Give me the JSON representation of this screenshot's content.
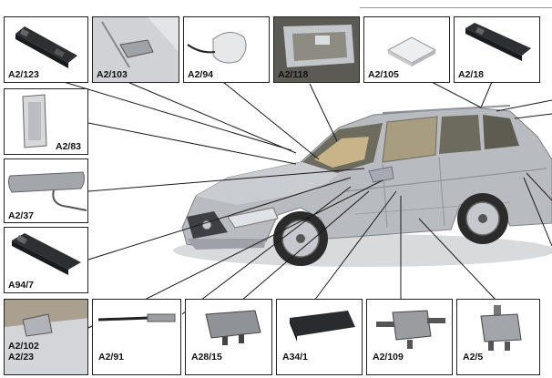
{
  "header": {
    "text": "— — — — — — — — —"
  },
  "components": [
    {
      "id": "a2-123",
      "label": "A2/123",
      "icon": "amplifier-module-icon"
    },
    {
      "id": "a2-103",
      "label": "A2/103",
      "icon": "windshield-antenna-icon"
    },
    {
      "id": "a2-94",
      "label": "A2/94",
      "icon": "gps-antenna-icon"
    },
    {
      "id": "a2-118",
      "label": "A2/118",
      "icon": "interior-mirror-antenna-icon"
    },
    {
      "id": "a2-105",
      "label": "A2/105",
      "icon": "roof-antenna-icon"
    },
    {
      "id": "a2-18",
      "label": "A2/18",
      "icon": "antenna-module-icon"
    },
    {
      "id": "a2-83",
      "label": "A2/83",
      "icon": "bumper-antenna-icon"
    },
    {
      "id": "a2-37",
      "label": "A2/37",
      "icon": "mirror-cable-antenna-icon"
    },
    {
      "id": "a94-7",
      "label": "A94/7",
      "icon": "antenna-amplifier-icon"
    },
    {
      "id": "a2-102",
      "label": "A2/102",
      "label2": "A2/23",
      "icon": "side-mirror-antenna-icon"
    },
    {
      "id": "a2-91",
      "label": "A2/91",
      "icon": "wire-antenna-icon"
    },
    {
      "id": "a28-15",
      "label": "A28/15",
      "icon": "control-unit-icon"
    },
    {
      "id": "a34-1",
      "label": "A34/1",
      "icon": "keyless-antenna-icon"
    },
    {
      "id": "a2-109",
      "label": "A2/109",
      "icon": "coax-amplifier-icon"
    },
    {
      "id": "a2-5",
      "label": "A2/5",
      "icon": "antenna-splitter-icon"
    }
  ],
  "colors": {
    "frame": "#222222",
    "car_body": "#b8bcc1",
    "car_shadow": "#8e9399",
    "window": "#6d6a5e",
    "interior": "#c9b48a",
    "leader": "#1a1a1a"
  }
}
